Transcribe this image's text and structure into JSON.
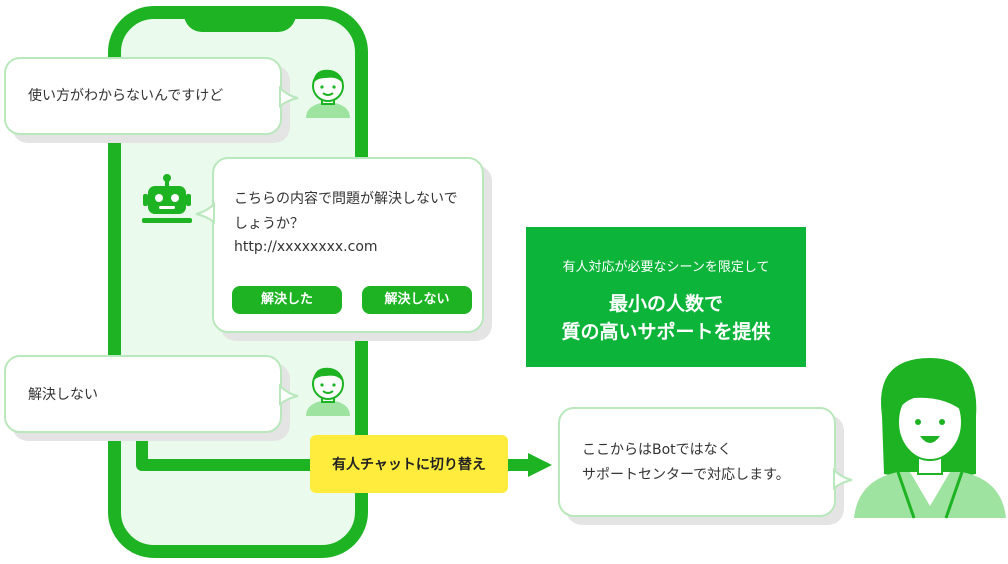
{
  "chat": {
    "user_message_1": "使い方がわからないんですけど",
    "bot_message_line1": "こちらの内容で問題が解決しないで",
    "bot_message_line2": "しょうか？",
    "bot_link": "http://xxxxxxxx.com",
    "button_solved": "解決した",
    "button_not_solved": "解決しない",
    "user_message_2": "解決しない"
  },
  "switch_label": "有人チャットに切り替え",
  "info_box": {
    "subtitle": "有人対応が必要なシーンを限定して",
    "title_line1": "最小の人数で",
    "title_line2": "質の高いサポートを提供"
  },
  "support_message": {
    "line1": "ここからはBotではなく",
    "line2": "サポートセンターで対応します。"
  },
  "colors": {
    "brand_green": "#1db323",
    "light_green": "#eafaec",
    "bubble_border": "#b9e8bc",
    "highlight_yellow": "#ffec3d",
    "info_box_green": "#0db43a"
  }
}
